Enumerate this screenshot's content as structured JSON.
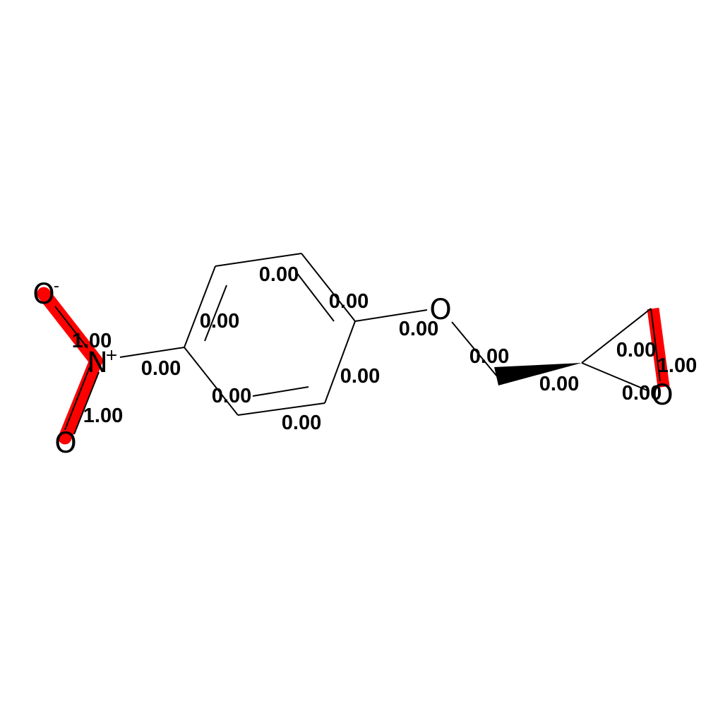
{
  "colors": {
    "highlight": "#ff0000",
    "ink": "#000000",
    "background": "#ffffff"
  },
  "atoms": {
    "o_minus": {
      "symbol": "O",
      "charge": "-"
    },
    "n_plus": {
      "symbol": "N",
      "charge": "+"
    },
    "o_nitro": {
      "symbol": "O"
    },
    "o_ether": {
      "symbol": "O"
    },
    "o_epoxide": {
      "symbol": "O"
    }
  },
  "bond_labels": {
    "n_o_minus": "1.00",
    "n_o_double": "1.00",
    "n_c1": "0.00",
    "c1_c2": "0.00",
    "c2_c3": "0.00",
    "c3_c4": "0.00",
    "c4_c5": "0.00",
    "c5_c6": "0.00",
    "c6_c1": "0.00",
    "c4_o_ether": "0.00",
    "o_ether_ch2": "0.00",
    "ch2_ch": "0.00",
    "ch_ch2_ring": "0.00",
    "ch_o_epoxide": "0.00",
    "ch2_ring_o_epoxide": "1.00"
  }
}
